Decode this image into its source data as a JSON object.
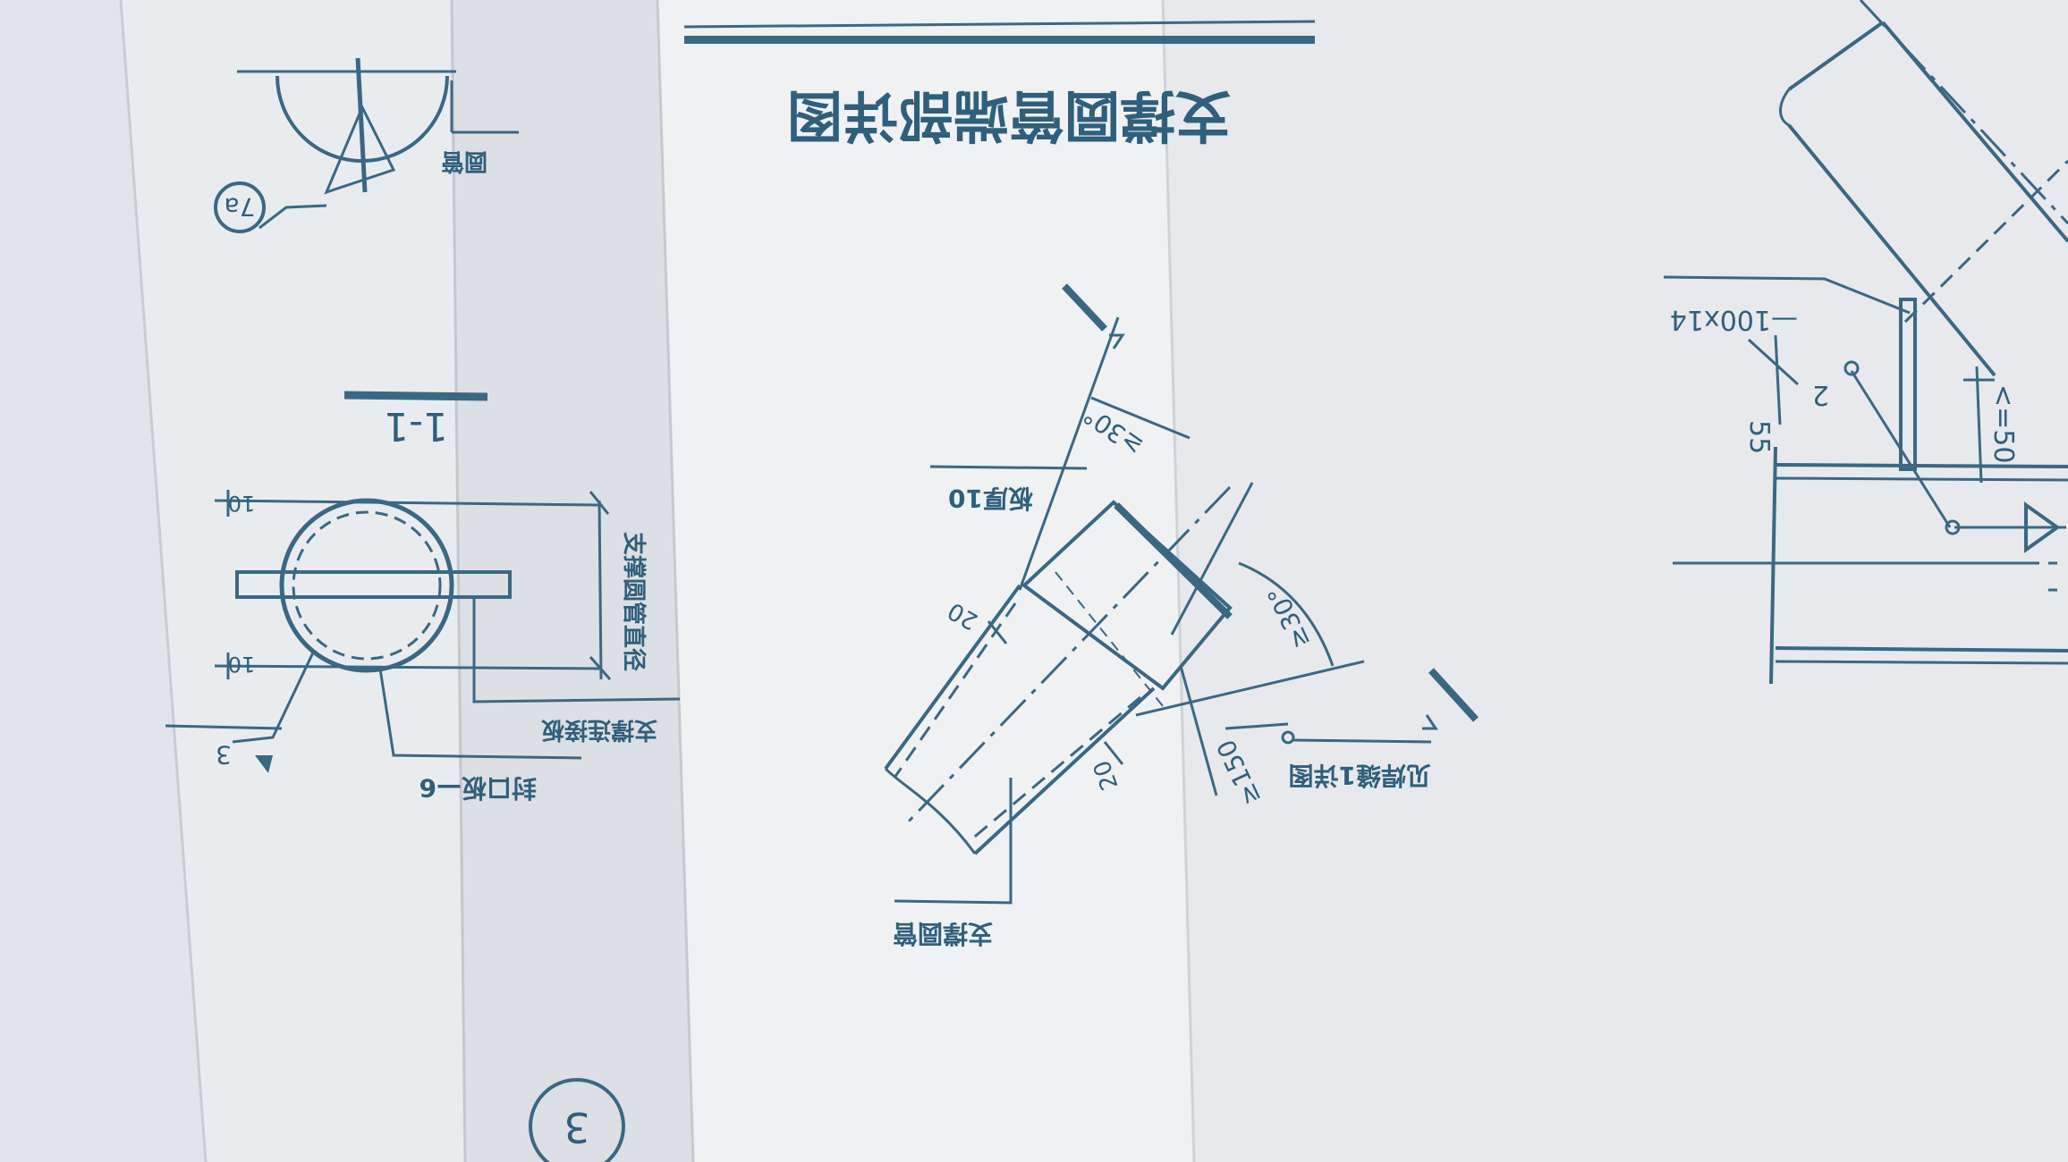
{
  "drawing": {
    "title": "支撑圆管端部详图",
    "section_label": "1-1",
    "sheet_number": "3",
    "weld_note_symbol": "7a",
    "colors": {
      "ink": "#3a6883",
      "text": "#2f5f7b",
      "paper": "#eef0f2",
      "title_bar": "#3a6883"
    }
  },
  "labels": {
    "round_pipe_top": "圆管",
    "brace_pipe_diameter": "支撑圆管直径",
    "brace_connection_plate": "支撑连接板",
    "seal_plate": "封口板—6",
    "weld_size_3": "3",
    "dim_10_top": "10",
    "dim_10_bottom": "10",
    "plate_thickness": "板厚10",
    "angle_top": "≥30°",
    "angle_right": "≥30°",
    "dim_20_a": "20",
    "dim_20_b": "20",
    "dim_150": "≥150",
    "weld_detail_ref": "见焊缝1详图",
    "brace_round_pipe": "支撑圆管",
    "plate_spec": "—100x14",
    "dim_2": "2",
    "dim_55": "55",
    "dim_le50": "<=50"
  }
}
